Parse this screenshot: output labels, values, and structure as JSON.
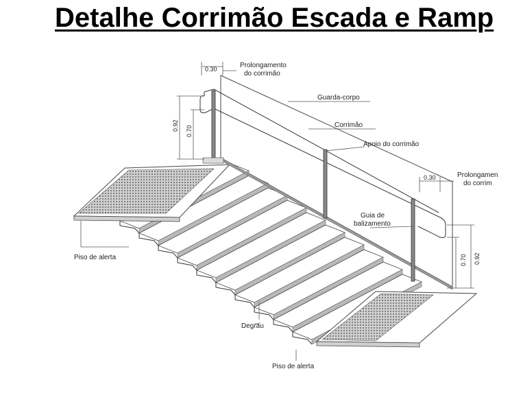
{
  "title": "Detalhe Corrimão Escada e Ramp",
  "labels": {
    "prolongamento_top_1": "Prolongamento",
    "prolongamento_top_2": "do corrimão",
    "prolongamento_right_1": "Prolongamen",
    "prolongamento_right_2": "do corrim",
    "guarda_corpo": "Guarda-corpo",
    "corrimao": "Corrimão",
    "apoio": "Apoio do corrimão",
    "guia_1": "Guia de",
    "guia_2": "balizamento",
    "piso_left": "Piso de alerta",
    "piso_bottom": "Piso de alerta",
    "degrau": "Degrau"
  },
  "dimensions": {
    "ext_top": "0.30",
    "ext_right": "0.30",
    "h_outer_left": "0.92",
    "h_inner_left": "0.70",
    "h_inner_right": "0.70",
    "h_outer_right": "0.92"
  },
  "colors": {
    "line": "#333333",
    "step_shadow": "#b9b9b9",
    "tactile": "#9a9a9a"
  }
}
